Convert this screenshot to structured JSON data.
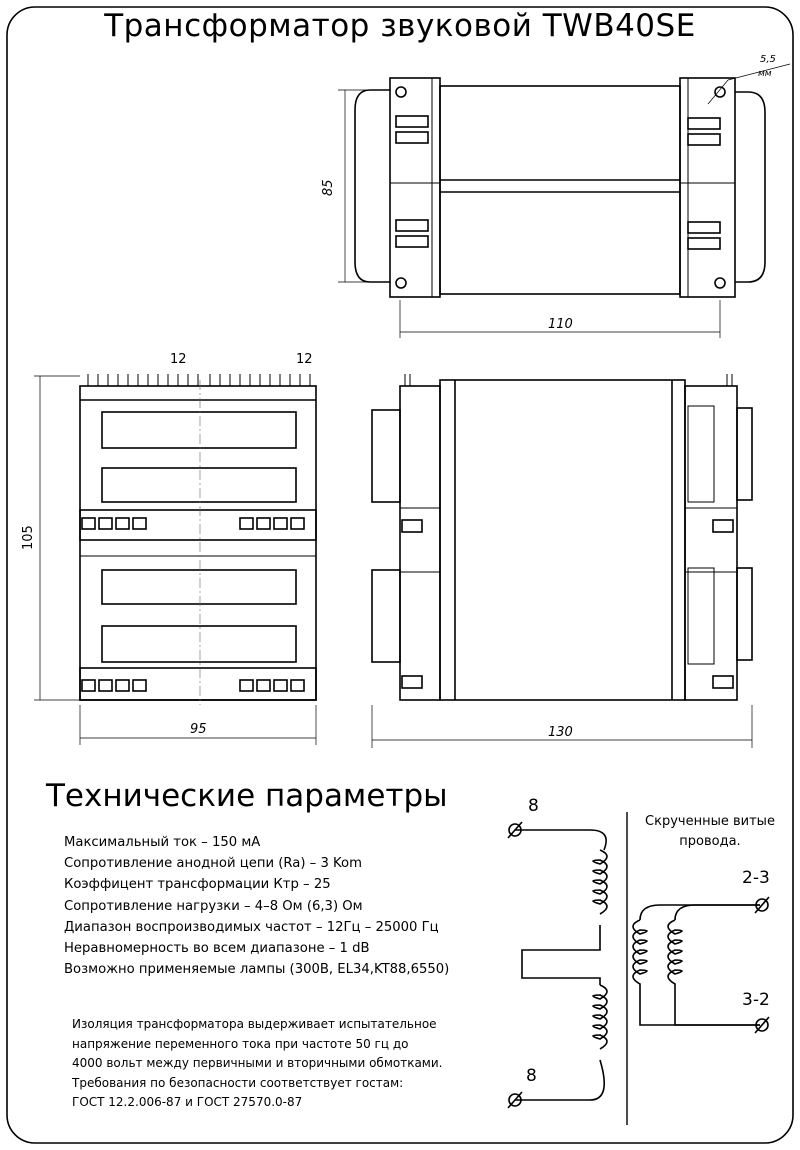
{
  "title": "Трансформатор звуковой TWB40SE",
  "dimensions": {
    "height_top": "85",
    "width_top": "110",
    "hole": "5,5",
    "hole_unit": "мм",
    "pins_left": "12",
    "pins_right": "12",
    "height_front": "105",
    "width_front": "95",
    "width_side": "130"
  },
  "params_title": "Технические параметры",
  "params": [
    "Максимальный ток    –  150 мА",
    "Сопротивление  анодной цепи (Ra)  – 3 Kom",
    "Коэффицент трансформации Ктр     – 25",
    "Сопротивление нагрузки   –   4–8 Ом (6,3) Ом",
    "Диапазон воспроизводимых частот  –  12Гц – 25000 Гц",
    "Неравномерность во всем диапазоне   –  1 dB",
    "Возможно применяемые лампы (300B, EL34,KT88,6550)"
  ],
  "note": [
    "Изоляция трансформатора выдерживает испытательное",
    "напряжение переменного тока при частоте 50 гц до",
    "4000 вольт между первичными и вторичными обмотками.",
    "Требования по безопасности соответствует гостам:",
    "ГОСТ 12.2.006-87 и ГОСТ 27570.0-87"
  ],
  "schematic": {
    "twisted_note_1": "Скрученные витые",
    "twisted_note_2": "провода.",
    "pin_top": "8",
    "pin_bottom": "8",
    "pin_23": "2-3",
    "pin_32": "3-2"
  }
}
